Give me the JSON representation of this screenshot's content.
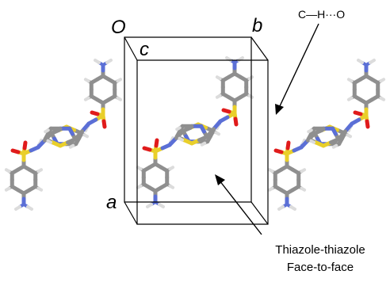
{
  "axes": {
    "origin": "O",
    "a": "a",
    "b": "b",
    "c": "c"
  },
  "annotations": {
    "hbond": "C—H···O",
    "stacking_line1": "Thiazole-thiazole",
    "stacking_line2": "Face-to-face"
  },
  "colors": {
    "carbon": "#8f8f8f",
    "hydrogen": "#dcdcdc",
    "nitrogen": "#5b6fd6",
    "oxygen": "#e01b1b",
    "sulfur": "#e9cf2a",
    "cell": "#000000"
  }
}
